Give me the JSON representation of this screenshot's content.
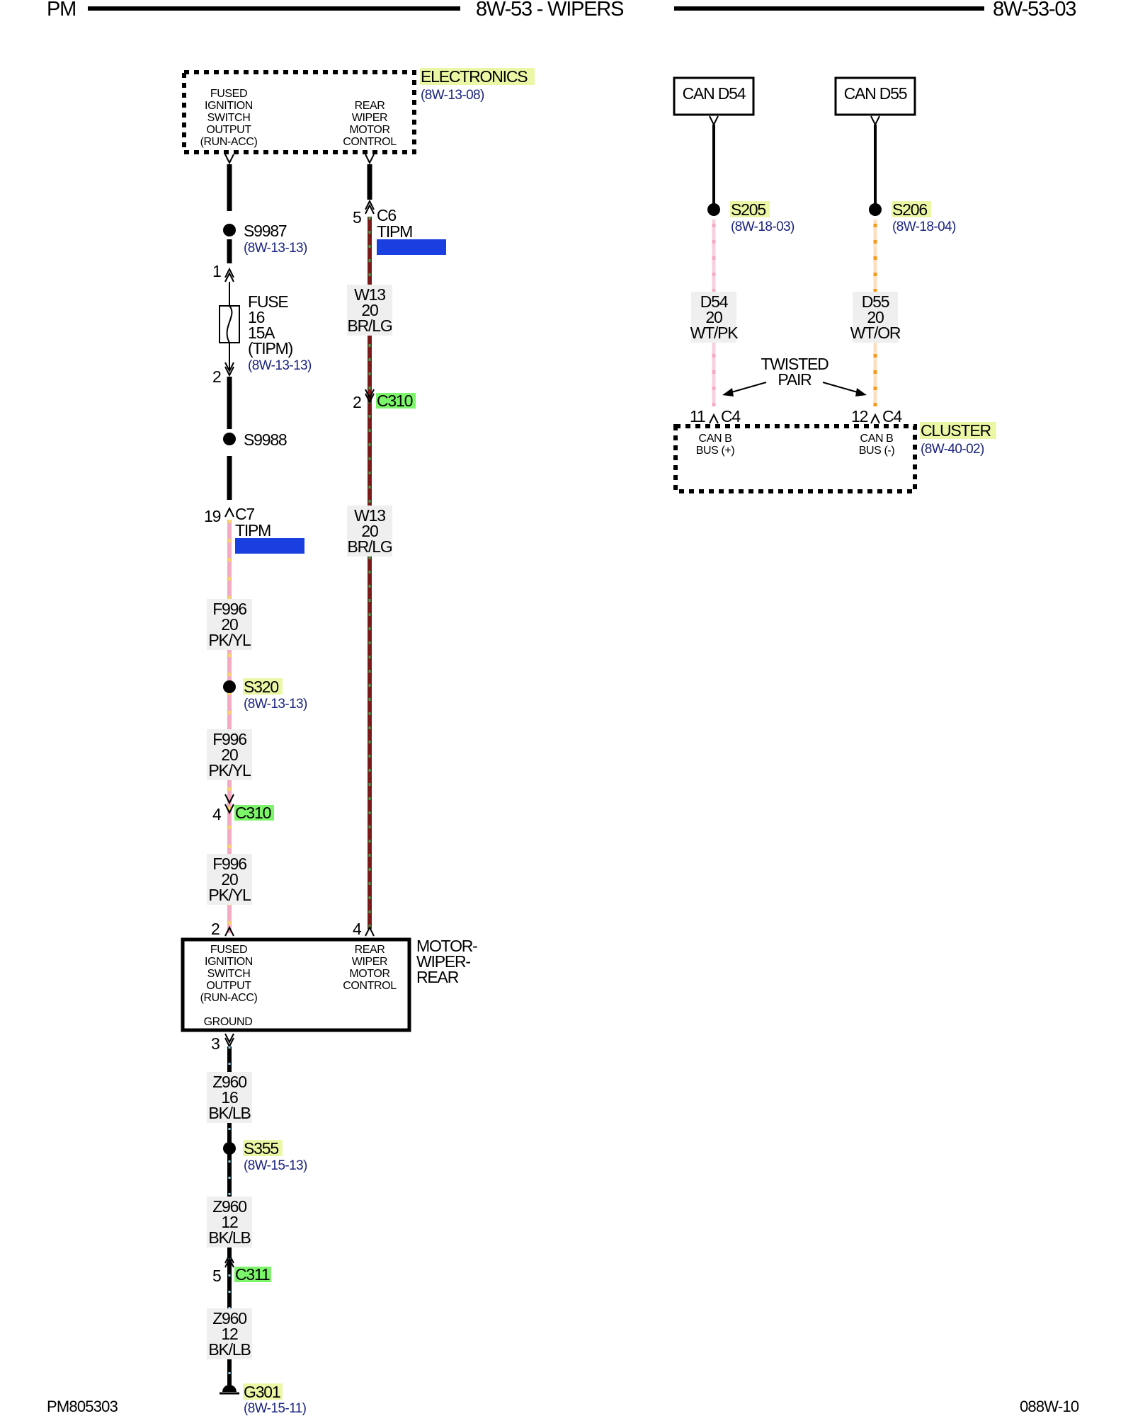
{
  "header": {
    "left": "PM",
    "title": "8W-53 - WIPERS",
    "right": "8W-53-03"
  },
  "footer": {
    "left": "PM805303",
    "right": "088W-10"
  },
  "colors": {
    "pink": "#f4a9c4",
    "yellow": "#f3ea2a",
    "brown": "#7b1a1a",
    "green": "#2fa84a",
    "orange": "#f39a1e",
    "black": "#000000",
    "lightblue": "#8fd3ea",
    "highlight_yellow": "#ecf7a6",
    "highlight_green": "#7cf56a",
    "highlight_blue": "#1a3fe0"
  },
  "electronics": {
    "name": "ELECTRONICS",
    "ref": "(8W-13-08)",
    "pin_left": [
      "FUSED",
      "IGNITION",
      "SWITCH",
      "OUTPUT",
      "(RUN-ACC)"
    ],
    "pin_right": [
      "REAR",
      "WIPER",
      "MOTOR",
      "CONTROL"
    ]
  },
  "left_circuit": {
    "splice1": {
      "name": "S9987",
      "ref": "(8W-13-13)"
    },
    "fuse": {
      "pin_top": "1",
      "pin_bottom": "2",
      "lines": [
        "FUSE",
        "16",
        "15A",
        "(TIPM)"
      ],
      "ref": "(8W-13-13)"
    },
    "splice2": {
      "name": "S9988"
    },
    "conn_c7": {
      "pin": "19",
      "name": "C7",
      "module": "TIPM"
    },
    "wire1": [
      "F996",
      "20",
      "PK/YL"
    ],
    "splice3": {
      "name": "S320",
      "ref": "(8W-13-13)"
    },
    "wire2": [
      "F996",
      "20",
      "PK/YL"
    ],
    "conn_c310": {
      "pin": "4",
      "name": "C310"
    },
    "wire3": [
      "F996",
      "20",
      "PK/YL"
    ],
    "motor_pin": "2"
  },
  "right_circuit": {
    "conn_c6": {
      "pin": "5",
      "name": "C6",
      "module": "TIPM"
    },
    "wire1": [
      "W13",
      "20",
      "BR/LG"
    ],
    "conn_c310": {
      "pin": "2",
      "name": "C310"
    },
    "wire2": [
      "W13",
      "20",
      "BR/LG"
    ],
    "motor_pin": "4"
  },
  "motor": {
    "name": [
      "MOTOR-",
      "WIPER-",
      "REAR"
    ],
    "pin_left": [
      "FUSED",
      "IGNITION",
      "SWITCH",
      "OUTPUT",
      "(RUN-ACC)"
    ],
    "pin_right": [
      "REAR",
      "WIPER",
      "MOTOR",
      "CONTROL"
    ],
    "ground_label": "GROUND"
  },
  "ground_circuit": {
    "motor_pin": "3",
    "wire1": [
      "Z960",
      "16",
      "BK/LB"
    ],
    "splice": {
      "name": "S355",
      "ref": "(8W-15-13)"
    },
    "wire2": [
      "Z960",
      "12",
      "BK/LB"
    ],
    "conn_c311": {
      "pin": "5",
      "name": "C311"
    },
    "wire3": [
      "Z960",
      "12",
      "BK/LB"
    ],
    "ground": {
      "name": "G301",
      "ref": "(8W-15-11)"
    }
  },
  "can": {
    "box1": "CAN D54",
    "box2": "CAN D55",
    "splice1": {
      "name": "S205",
      "ref": "(8W-18-03)"
    },
    "splice2": {
      "name": "S206",
      "ref": "(8W-18-04)"
    },
    "wire1": [
      "D54",
      "20",
      "WT/PK"
    ],
    "wire2": [
      "D55",
      "20",
      "WT/OR"
    ],
    "twisted": [
      "TWISTED",
      "PAIR"
    ],
    "pin1": {
      "pin": "11",
      "name": "C4"
    },
    "pin2": {
      "pin": "12",
      "name": "C4"
    },
    "cluster": {
      "name": "CLUSTER",
      "ref": "(8W-40-02)",
      "pin_left": [
        "CAN B",
        "BUS (+)"
      ],
      "pin_right": [
        "CAN B",
        "BUS (-)"
      ]
    }
  }
}
